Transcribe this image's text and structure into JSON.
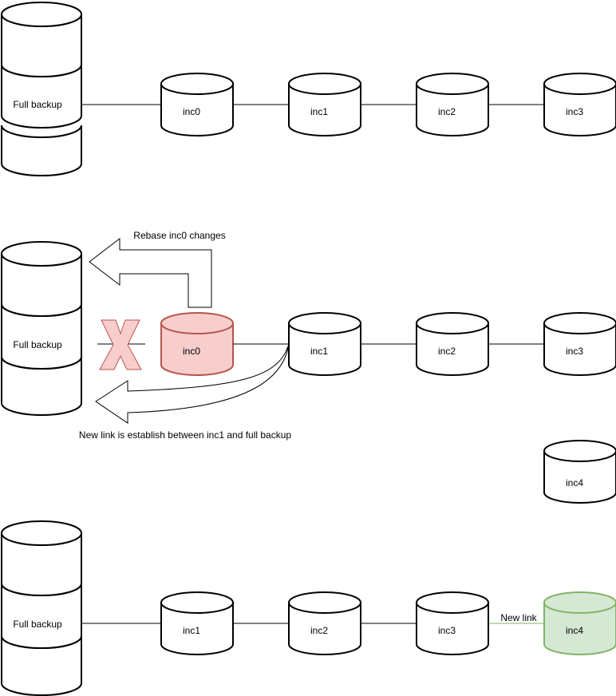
{
  "colors": {
    "stroke": "#000000",
    "removed_fill": "#f8cecc",
    "removed_stroke": "#b85450",
    "new_fill": "#d5e8d4",
    "new_stroke": "#82b366",
    "x_mark_fill": "#f8cecc"
  },
  "row1": {
    "full_backup": "Full backup",
    "incs": [
      "inc0",
      "inc1",
      "inc2",
      "inc3"
    ]
  },
  "row2": {
    "full_backup": "Full backup",
    "removed_inc": "inc0",
    "incs": [
      "inc1",
      "inc2",
      "inc3"
    ],
    "rebase_label": "Rebase inc0 changes",
    "new_link_label": "New link is establish between inc1 and full backup",
    "pending_inc": "inc4"
  },
  "row3": {
    "full_backup": "Full backup",
    "incs": [
      "inc1",
      "inc2",
      "inc3"
    ],
    "new_inc": "inc4",
    "new_link_label": "New link"
  }
}
